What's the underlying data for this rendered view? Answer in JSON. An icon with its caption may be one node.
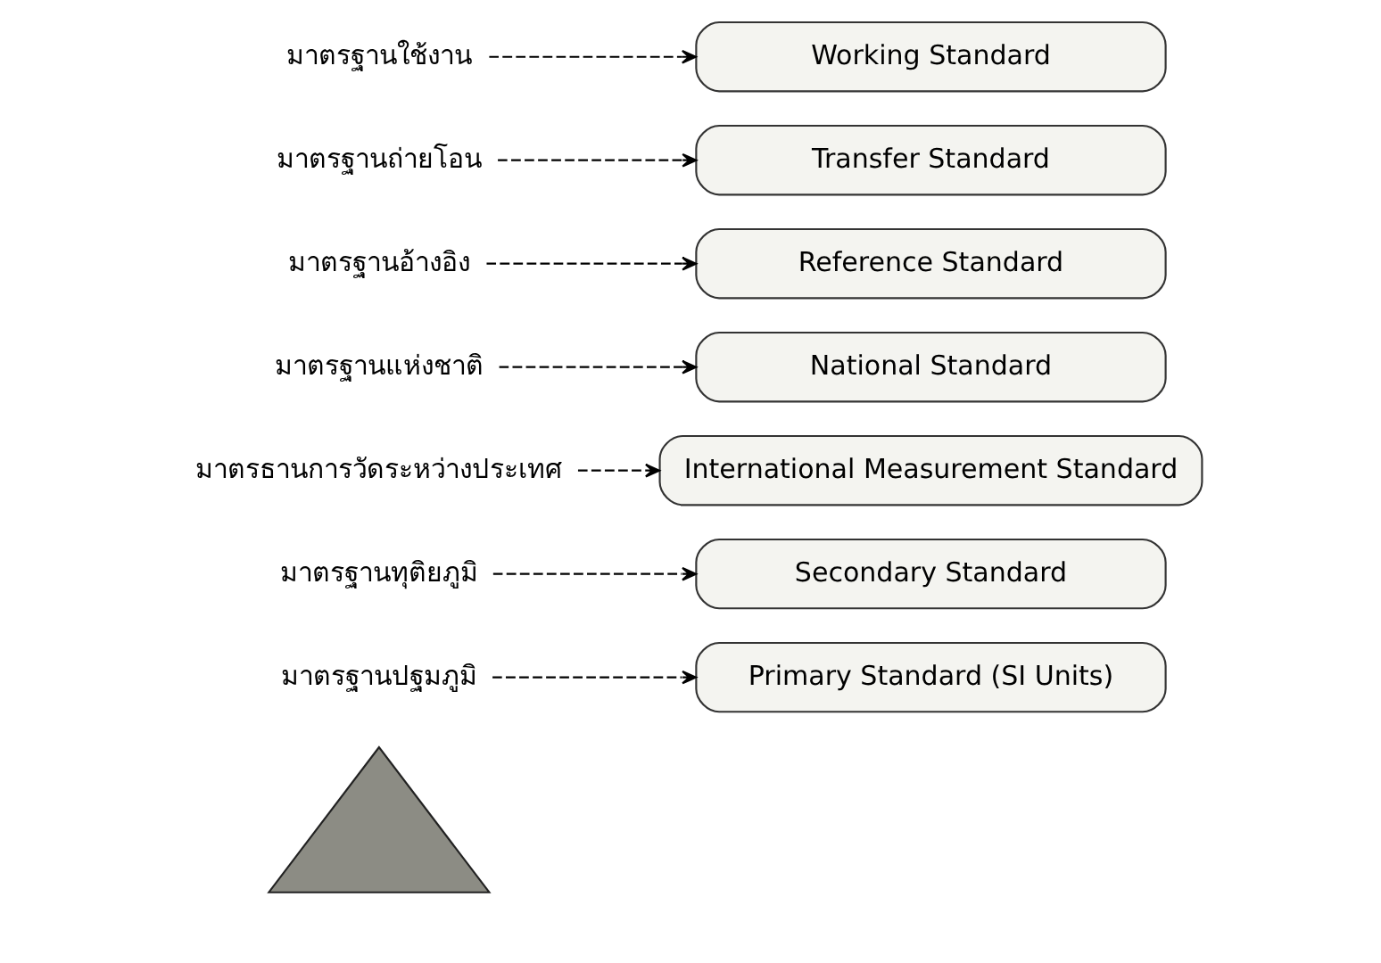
{
  "diagram": {
    "nodes": [
      {
        "text": [],
        "shape": "triangle"
      },
      {
        "text": [
          "มาตรฐานปฐมภูมิ"
        ]
      },
      {
        "text": [
          "Primary Standard (SI Units)"
        ]
      },
      {
        "text": [
          "มาตรฐานทุติยภูมิ"
        ]
      },
      {
        "text": [
          "Secondary Standard"
        ]
      },
      {
        "text": [
          "มาตรธานการวัดระหว่างประเทศ"
        ]
      },
      {
        "text": [
          "International Measurement Standard"
        ]
      },
      {
        "text": [
          "มาตรฐานแห่งชาติ"
        ]
      },
      {
        "text": [
          "National Standard"
        ]
      },
      {
        "text": [
          "มาตรฐานอ้างอิง"
        ]
      },
      {
        "text": [
          "Reference Standard"
        ]
      },
      {
        "text": [
          "มาตรฐานถ่ายโอน"
        ]
      },
      {
        "text": [
          "Transfer Standard"
        ]
      },
      {
        "text": [
          "มาตรฐานใช้งาน"
        ]
      },
      {
        "text": [
          "Working Standard"
        ]
      }
    ],
    "edges": [
      {
        "from": 1,
        "to": 2,
        "arrow": "to",
        "style": "dashed"
      },
      {
        "from": 3,
        "to": 4,
        "arrow": "to",
        "style": "dashed"
      },
      {
        "from": 5,
        "to": 6,
        "arrow": "to",
        "style": "dashed"
      },
      {
        "from": 7,
        "to": 8,
        "arrow": "to",
        "style": "dashed"
      },
      {
        "from": 9,
        "to": 10,
        "arrow": "to",
        "style": "dashed"
      },
      {
        "from": 11,
        "to": 12,
        "arrow": "to",
        "style": "dashed"
      },
      {
        "from": 13,
        "to": 14,
        "arrow": "to",
        "style": "dashed"
      }
    ]
  }
}
